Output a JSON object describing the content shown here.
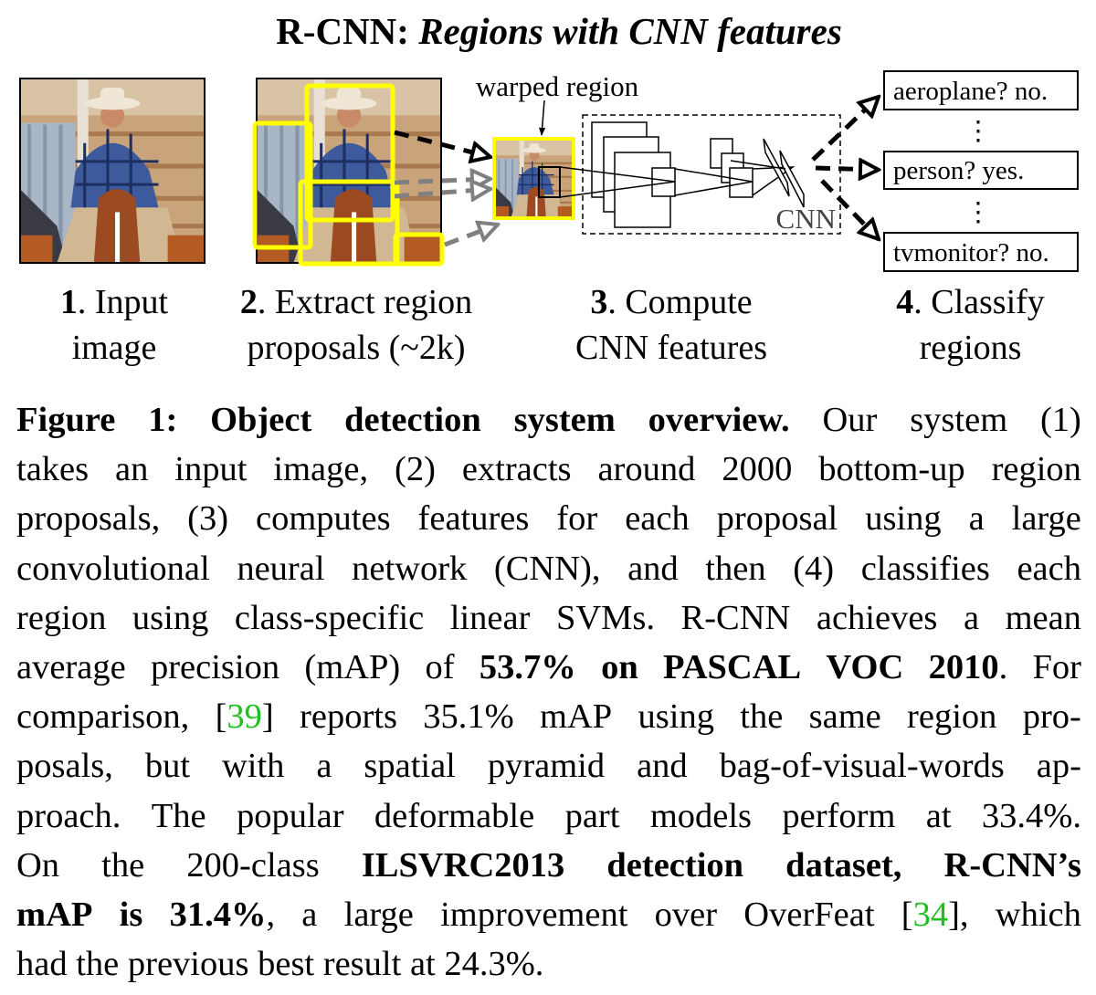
{
  "figure": {
    "title_bold": "R-CNN:",
    "title_italic": "Regions with CNN features",
    "warped_label": "warped region",
    "cnn_label": "CNN",
    "outputs": [
      "aeroplane? no.",
      "person? yes.",
      "tvmonitor? no."
    ],
    "ellipsis": "⋮",
    "steps": [
      {
        "num": "1",
        "line1": ". Input",
        "line2": "image"
      },
      {
        "num": "2",
        "line1": ". Extract region",
        "line2": "proposals (~2k)"
      },
      {
        "num": "3",
        "line1": ". Compute",
        "line2": "CNN features"
      },
      {
        "num": "4",
        "line1": ". Classify",
        "line2": "regions"
      }
    ],
    "colors": {
      "proposal_box": "#ffff00",
      "citation": "#1fbf1f",
      "gray_arrow": "#808080"
    }
  },
  "caption": {
    "lines": [
      [
        {
          "t": "Figure 1:  Object detection system overview.",
          "s": "bold"
        },
        {
          "t": "  Our system (1)"
        }
      ],
      [
        {
          "t": "takes an input image, (2) extracts around 2000 bottom-up region"
        }
      ],
      [
        {
          "t": "proposals, (3) computes features for each proposal using a large"
        }
      ],
      [
        {
          "t": "convolutional neural network (CNN), and then (4) classifies each"
        }
      ],
      [
        {
          "t": "region using class-specific linear SVMs. R-CNN achieves a mean"
        }
      ],
      [
        {
          "t": "average precision (mAP) of "
        },
        {
          "t": "53.7% on PASCAL VOC 2010",
          "s": "bold"
        },
        {
          "t": ". For"
        }
      ],
      [
        {
          "t": "comparison, ["
        },
        {
          "t": "39",
          "s": "green"
        },
        {
          "t": "] reports 35.1% mAP using the same region pro-"
        }
      ],
      [
        {
          "t": "posals, but with a spatial pyramid and bag-of-visual-words ap-"
        }
      ],
      [
        {
          "t": "proach.  The popular deformable part models perform at 33.4%."
        }
      ],
      [
        {
          "t": "On the 200-class "
        },
        {
          "t": "ILSVRC2013 detection dataset, R-CNN’s",
          "s": "bold"
        }
      ],
      [
        {
          "t": "mAP is 31.4%",
          "s": "bold"
        },
        {
          "t": ", a large improvement over OverFeat ["
        },
        {
          "t": "34",
          "s": "green"
        },
        {
          "t": "], which"
        }
      ],
      [
        {
          "t": "had the previous best result at 24.3%."
        }
      ]
    ]
  }
}
